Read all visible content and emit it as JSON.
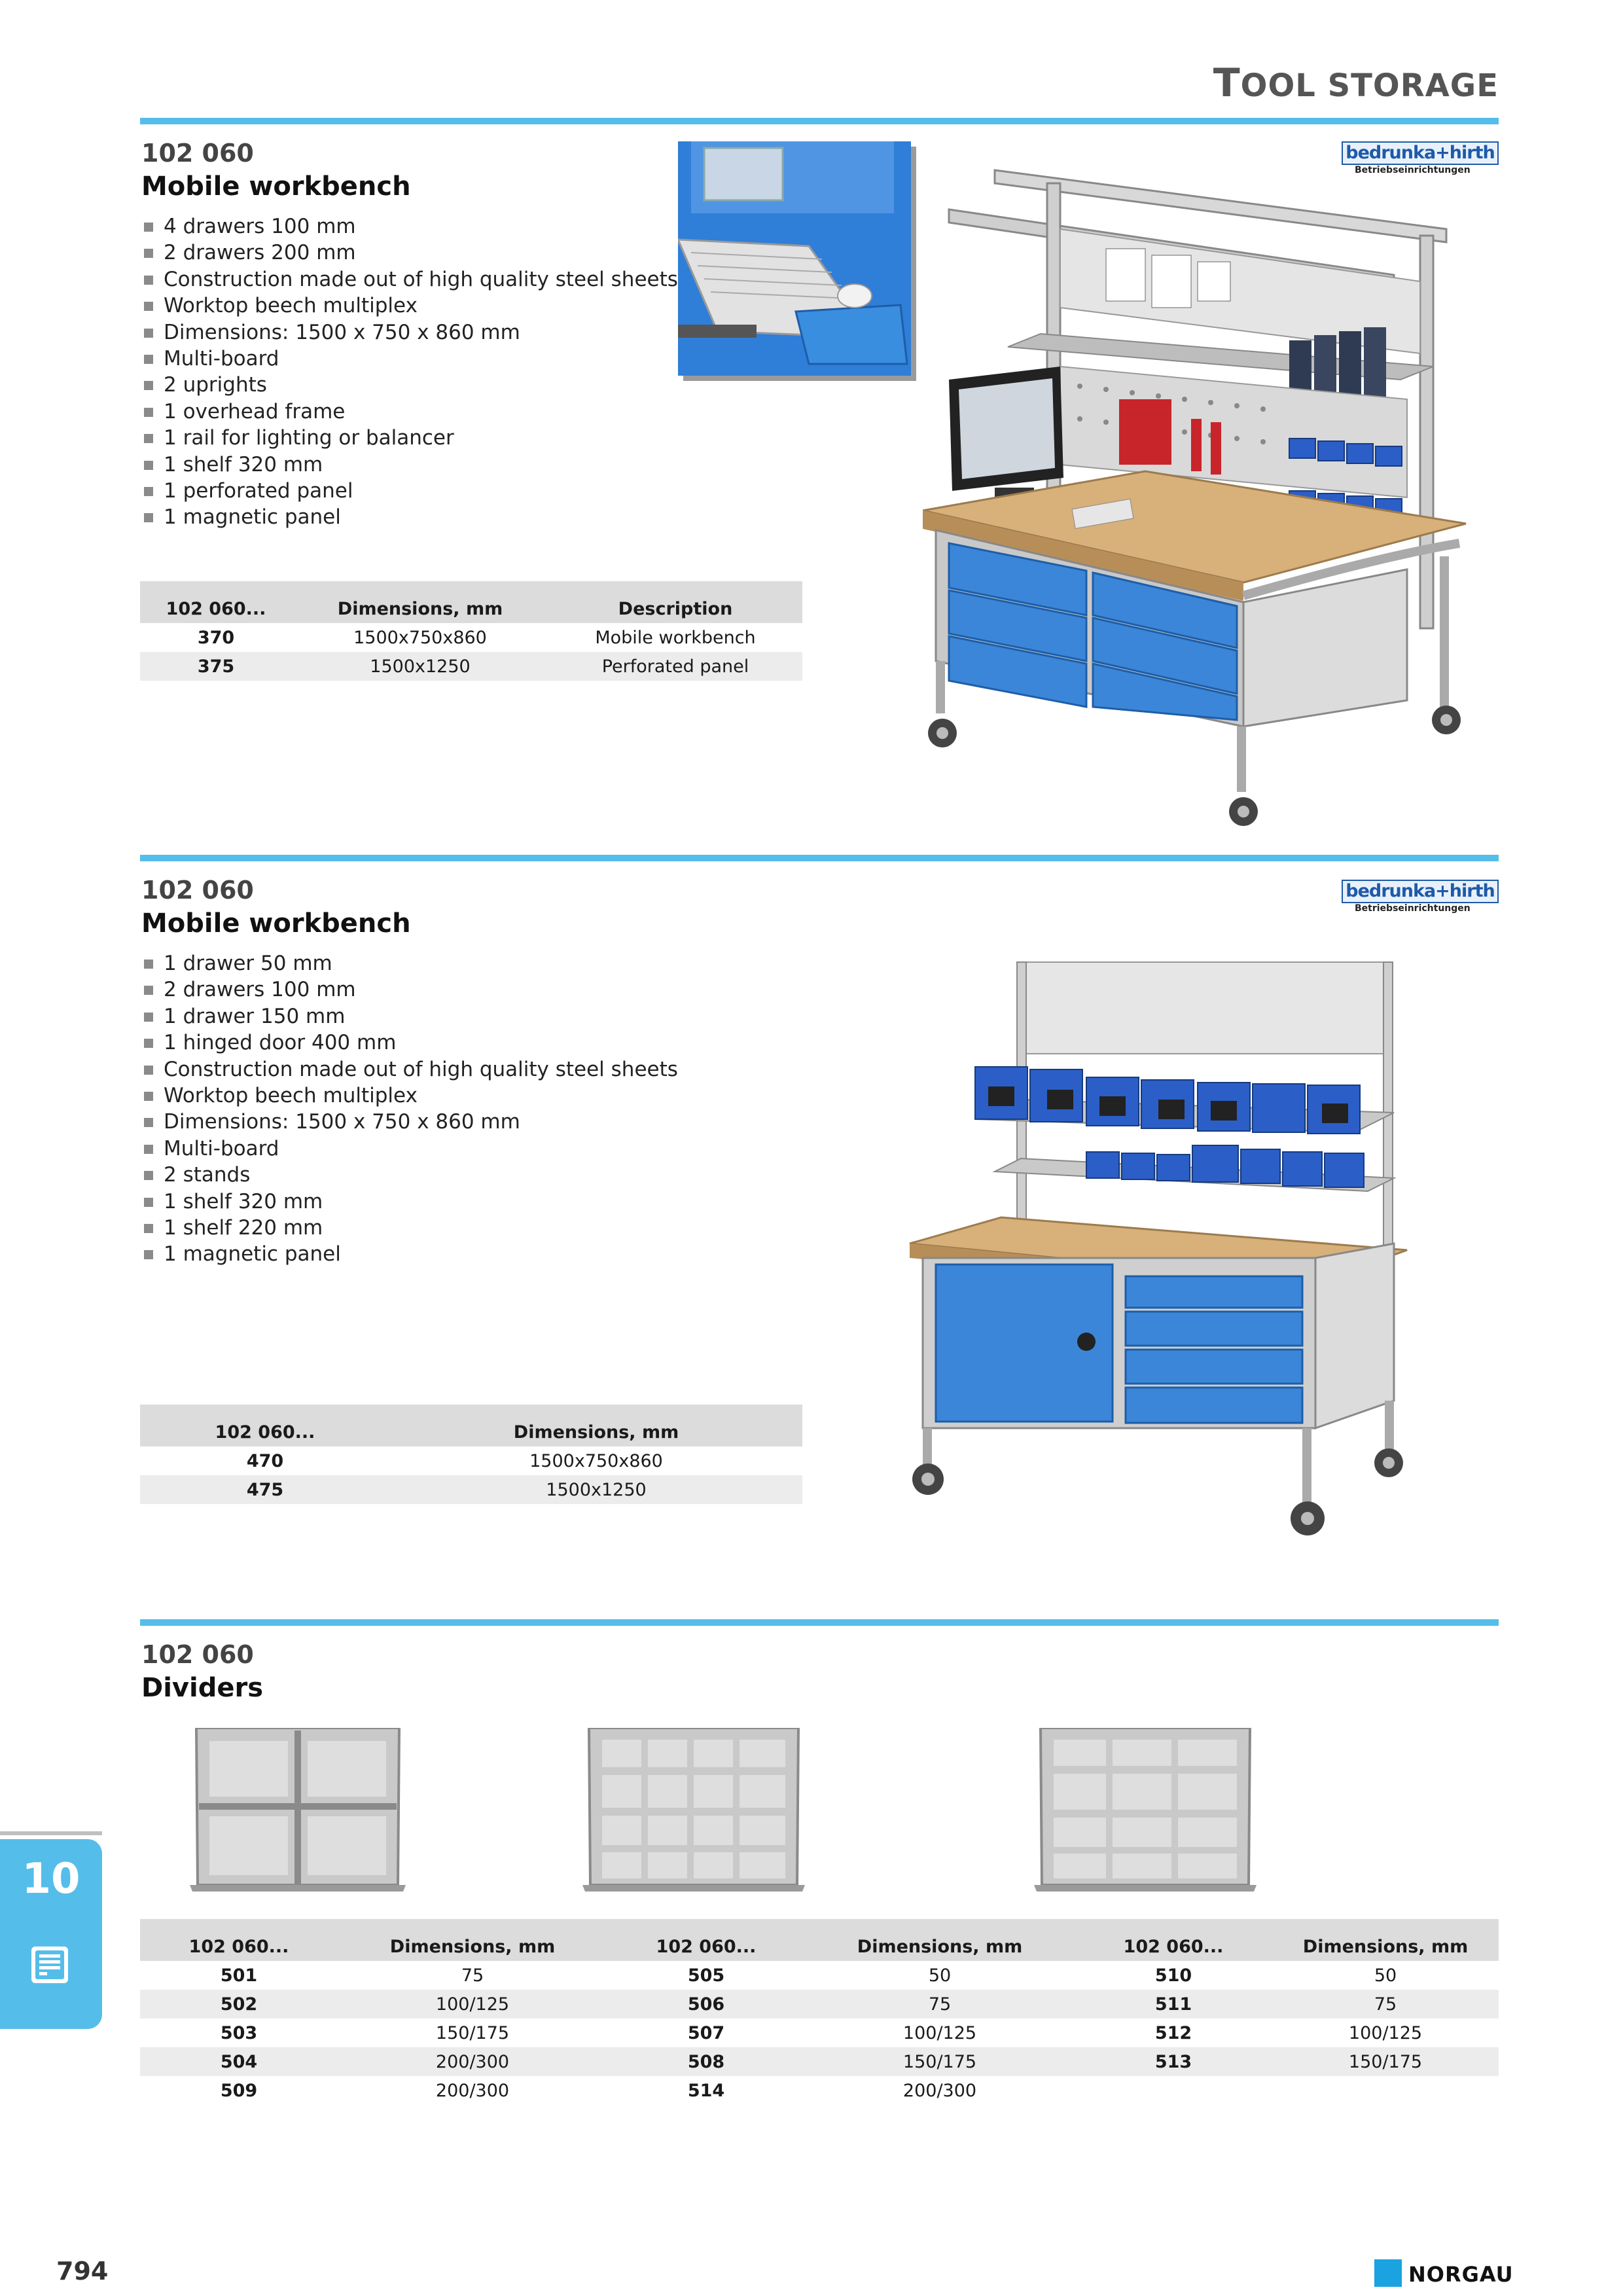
{
  "header": {
    "title_first": "T",
    "title_rest": "OOL STORAGE"
  },
  "logo": {
    "name": "bedrunka+hirth",
    "sub": "Betriebseinrichtungen"
  },
  "section1": {
    "code": "102 060",
    "title": "Mobile workbench",
    "features": [
      "4 drawers 100 mm",
      "2 drawers 200 mm",
      "Construction made out of high quality steel sheets",
      "Worktop beech multiplex",
      "Dimensions: 1500 x 750 x 860 mm",
      "Multi-board",
      "2 uprights",
      "1 overhead frame",
      "1 rail for lighting or balancer",
      "1 shelf 320 mm",
      "1 perforated panel",
      "1 magnetic panel"
    ],
    "table": {
      "headers": [
        "102 060...",
        "Dimensions, mm",
        "Description"
      ],
      "rows": [
        [
          "370",
          "1500x750x860",
          "Mobile workbench"
        ],
        [
          "375",
          "1500x1250",
          "Perforated panel"
        ]
      ]
    }
  },
  "section2": {
    "code": "102 060",
    "title": "Mobile workbench",
    "features": [
      "1 drawer 50 mm",
      "2 drawers 100 mm",
      "1 drawer 150 mm",
      "1 hinged door 400 mm",
      "Construction made out of high quality steel sheets",
      "Worktop beech multiplex",
      "Dimensions: 1500 x 750 x 860 mm",
      "Multi-board",
      "2 stands",
      "1 shelf 320 mm",
      "1 shelf 220 mm",
      "1 magnetic panel"
    ],
    "table": {
      "headers": [
        "102 060...",
        "Dimensions, mm"
      ],
      "rows": [
        [
          "470",
          "1500x750x860"
        ],
        [
          "475",
          "1500x1250"
        ]
      ]
    }
  },
  "section3": {
    "code": "102 060",
    "title": "Dividers",
    "table": {
      "headers": [
        "102 060...",
        "Dimensions, mm",
        "102 060...",
        "Dimensions, mm",
        "102 060...",
        "Dimensions, mm"
      ],
      "rows": [
        [
          "501",
          "75",
          "505",
          "50",
          "510",
          "50"
        ],
        [
          "502",
          "100/125",
          "506",
          "75",
          "511",
          "75"
        ],
        [
          "503",
          "150/175",
          "507",
          "100/125",
          "512",
          "100/125"
        ],
        [
          "504",
          "200/300",
          "508",
          "150/175",
          "513",
          "150/175"
        ],
        [
          "509",
          "200/300",
          "514",
          "200/300",
          "",
          ""
        ]
      ]
    }
  },
  "side_tab": {
    "number": "10",
    "icon": "tool-cabinet-icon"
  },
  "footer": {
    "page_number": "794",
    "brand": "NORGAU"
  },
  "colors": {
    "accent": "#55bdea",
    "drawer_blue": "#3b86d8",
    "table_header": "#dcdcdc",
    "table_alt": "#ececec"
  }
}
